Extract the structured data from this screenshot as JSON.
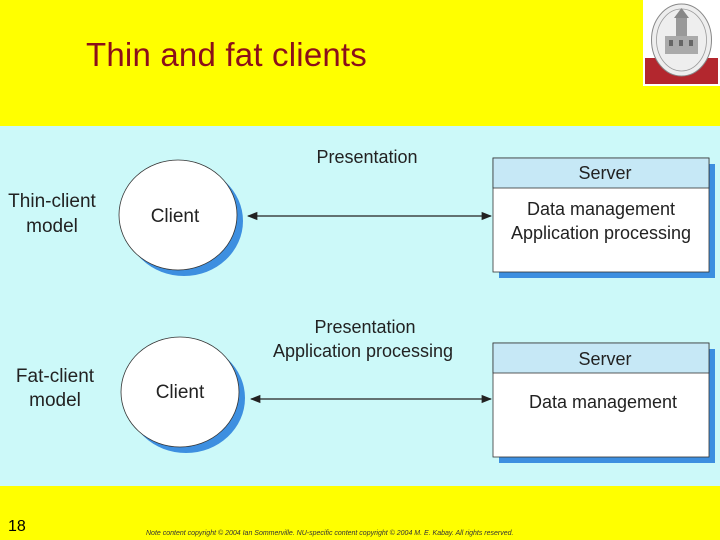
{
  "slide": {
    "title": "Thin and fat clients",
    "page_number": "18",
    "copyright": "Note content copyright © 2004 Ian Sommerville. NU-specific content copyright © 2004 M. E. Kabay. All rights reserved."
  },
  "thin_model": {
    "label_line1": "Thin-client",
    "label_line2": "model",
    "client": "Client",
    "presentation": "Presentation",
    "server_header": "Server",
    "server_line1": "Data management",
    "server_line2": "Application processing"
  },
  "fat_model": {
    "label_line1": "Fat-client",
    "label_line2": "model",
    "client": "Client",
    "presentation_line1": "Presentation",
    "presentation_line2": "Application processing",
    "server_header": "Server",
    "server_line1": "Data management"
  },
  "colors": {
    "background": "#ffff00",
    "panel": "#ccf9f9",
    "title": "#8b0f1a",
    "server_header": "#c6e8f6",
    "shadow": "#3d8fe0"
  },
  "icons": {
    "logo": "university-seal-icon"
  }
}
